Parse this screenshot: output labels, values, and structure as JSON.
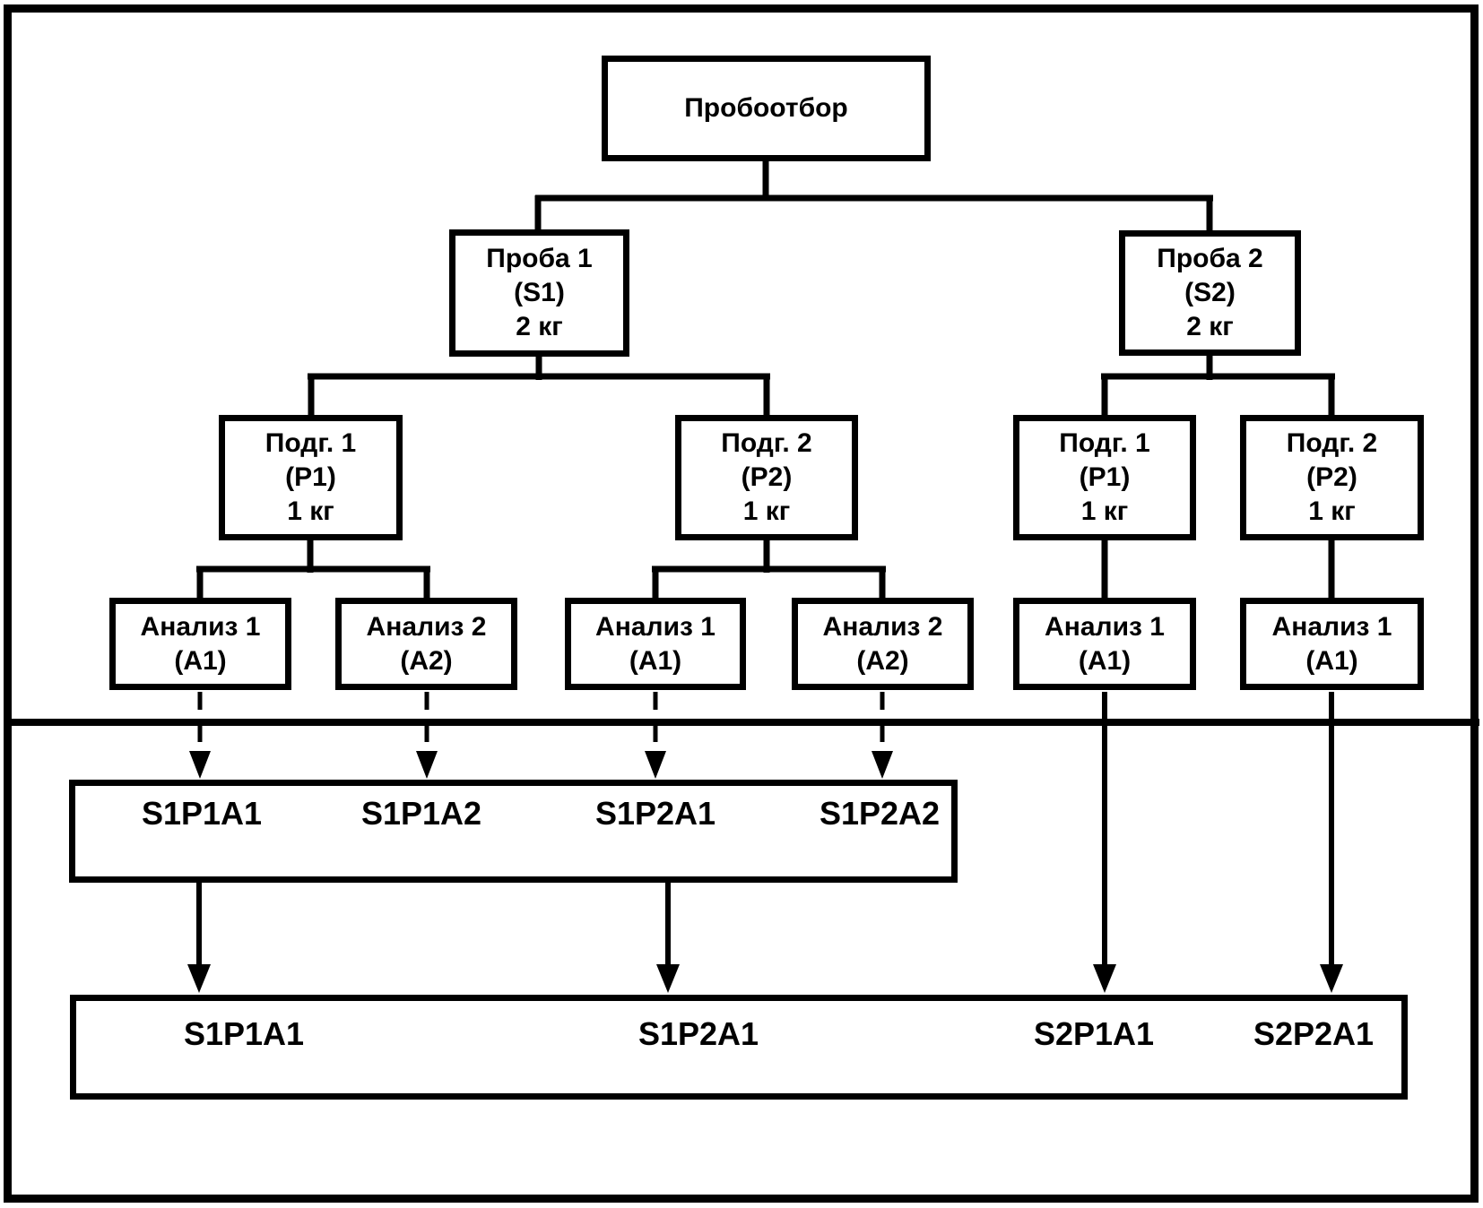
{
  "page": {
    "background": "#ffffff",
    "line_color": "#000000"
  },
  "nodes": {
    "sampling": {
      "title": "Пробоотбор"
    },
    "sample1": {
      "title": "Проба 1",
      "code": "(S1)",
      "mass": "2 кг"
    },
    "sample2": {
      "title": "Проба 2",
      "code": "(S2)",
      "mass": "2 кг"
    },
    "s1_prep1": {
      "title": "Подг. 1",
      "code": "(P1)",
      "mass": "1 кг"
    },
    "s1_prep2": {
      "title": "Подг. 2",
      "code": "(P2)",
      "mass": "1 кг"
    },
    "s2_prep1": {
      "title": "Подг. 1",
      "code": "(P1)",
      "mass": "1 кг"
    },
    "s2_prep2": {
      "title": "Подг. 2",
      "code": "(P2)",
      "mass": "1 кг"
    },
    "s1p1_an1": {
      "title": "Анализ 1",
      "code": "(A1)"
    },
    "s1p1_an2": {
      "title": "Анализ 2",
      "code": "(A2)"
    },
    "s1p2_an1": {
      "title": "Анализ 1",
      "code": "(A1)"
    },
    "s1p2_an2": {
      "title": "Анализ 2",
      "code": "(A2)"
    },
    "s2p1_an1": {
      "title": "Анализ 1",
      "code": "(A1)"
    },
    "s2p2_an1": {
      "title": "Анализ 1",
      "code": "(A1)"
    }
  },
  "results_row1": {
    "labels": [
      "S1P1A1",
      "S1P1A2",
      "S1P2A1",
      "S1P2A2"
    ]
  },
  "results_row2": {
    "labels": [
      "S1P1A1",
      "S1P2A1",
      "S2P1A1",
      "S2P2A1"
    ]
  }
}
